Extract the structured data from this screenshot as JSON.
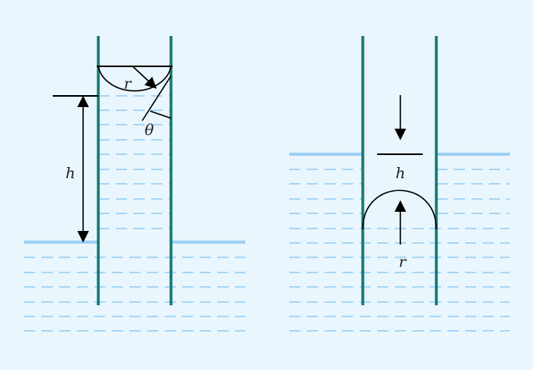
{
  "diagram": {
    "left_panel": {
      "height_label": "h",
      "radius_label": "r",
      "angle_label": "θ"
    },
    "right_panel": {
      "height_label": "h",
      "radius_label": "r"
    }
  },
  "colors": {
    "background": "#e9f6fd",
    "tube_wall": "#137a73",
    "liquid_surface": "#9fd0f5",
    "liquid_dash": "#a8d6f7",
    "line": "#000000"
  }
}
